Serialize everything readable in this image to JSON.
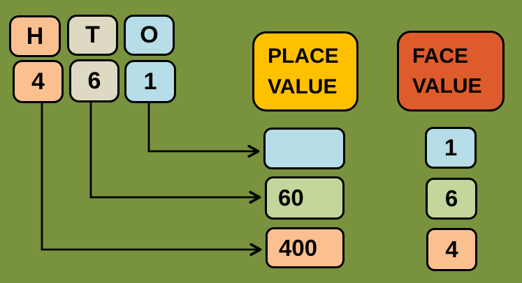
{
  "palette": {
    "background": "#79923D",
    "hundreds_fill": "#FAC090",
    "tens_header_fill": "#DDD9C3",
    "ones_fill": "#B6DDE8",
    "tens_value_fill": "#C3D69B",
    "place_value_header_fill": "#FFC000",
    "face_value_header_fill": "#DE5B2B",
    "outline": "#000000"
  },
  "digit_columns": [
    {
      "id": "hundreds",
      "header": "H",
      "digit": "4"
    },
    {
      "id": "tens",
      "header": "T",
      "digit": "6"
    },
    {
      "id": "ones",
      "header": "O",
      "digit": "1"
    }
  ],
  "place_value": {
    "header_line1": "PLACE",
    "header_line2": "VALUE",
    "boxes": [
      {
        "for": "ones",
        "value": ""
      },
      {
        "for": "tens",
        "value": "60"
      },
      {
        "for": "hundreds",
        "value": "400"
      }
    ]
  },
  "face_value": {
    "header_line1": "FACE",
    "header_line2": "VALUE",
    "boxes": [
      {
        "for": "ones",
        "value": "1"
      },
      {
        "for": "tens",
        "value": "6"
      },
      {
        "for": "hundreds",
        "value": "4"
      }
    ]
  }
}
